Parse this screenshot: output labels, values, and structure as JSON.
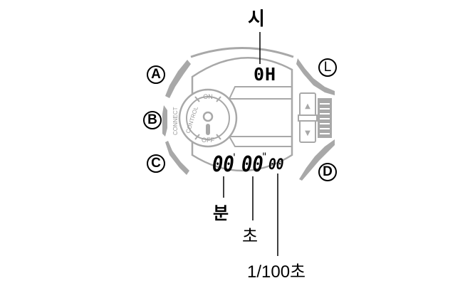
{
  "diagram": {
    "subject": "watch-display-stopwatch",
    "labels": {
      "hour": "시",
      "minute": "분",
      "second": "초",
      "hundredth": "1/100초"
    },
    "buttons": [
      "A",
      "B",
      "C",
      "L",
      "D"
    ],
    "lcd": {
      "top_value": "0H",
      "minutes": "00",
      "seconds": "00",
      "hundredths": "00",
      "minute_mark": "'",
      "second_mark": "\""
    },
    "control_ring": {
      "outer_label": "CONNECT",
      "inner_label": "CONTROL",
      "on_label": "ON",
      "off_label": "OFF"
    },
    "side_buttons": {
      "up": "▲",
      "down": "▼"
    },
    "colors": {
      "outline": "#a0a0a0",
      "ink": "#000000",
      "background": "#ffffff"
    }
  }
}
